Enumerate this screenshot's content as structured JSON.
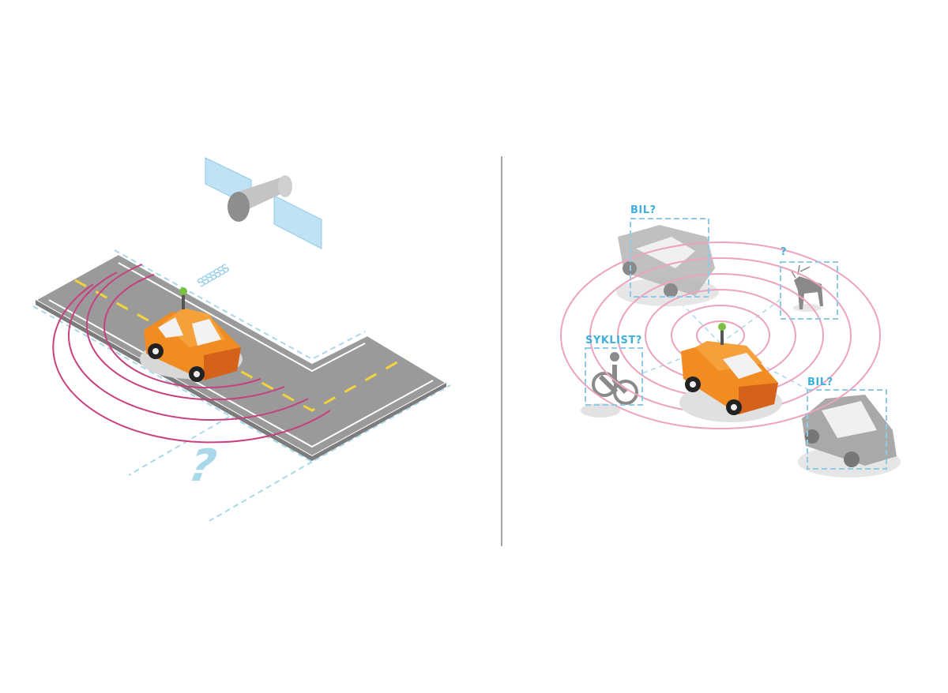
{
  "left_panel": {
    "unknown_mark": "?"
  },
  "right_panel": {
    "labels": {
      "car_top": "BIL?",
      "animal": "?",
      "cyclist": "SYKLIST?",
      "car_right": "BIL?"
    }
  },
  "colors": {
    "accent_blue": "#3fb0dc",
    "signal_pink": "#e2a0be",
    "car_orange": "#f08c21",
    "road_gray": "#9a9a9a"
  }
}
